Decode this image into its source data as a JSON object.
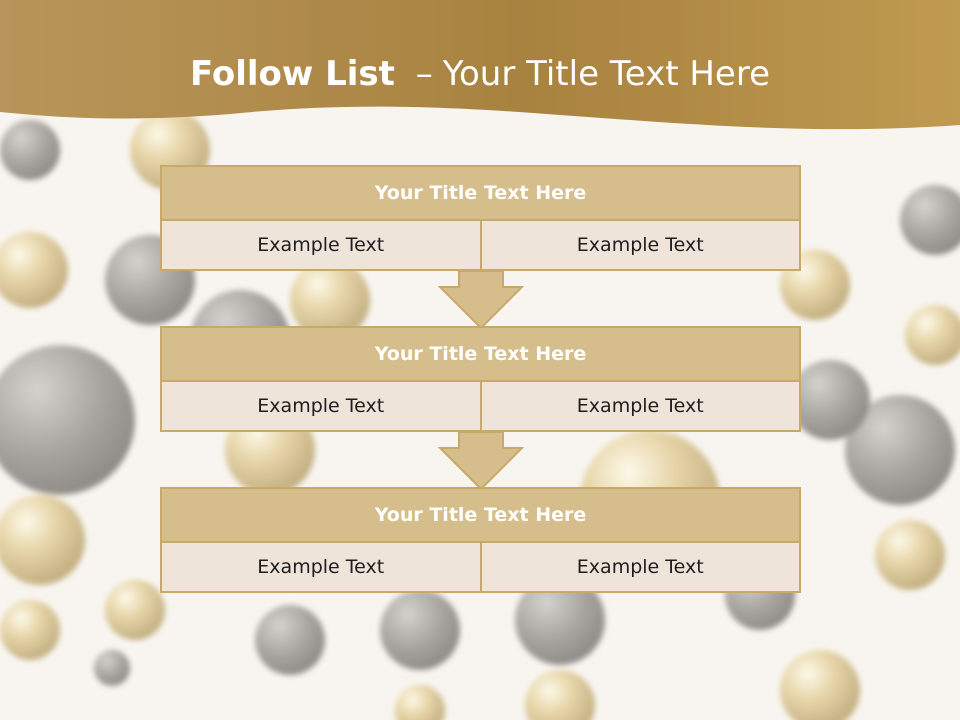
{
  "slide": {
    "title_bold": "Follow List",
    "title_separator": "–",
    "title_rest": "Your Title Text Here"
  },
  "blocks": [
    {
      "title": "Your Title Text Here",
      "cells": [
        "Example Text",
        "Example Text"
      ]
    },
    {
      "title": "Your Title Text Here",
      "cells": [
        "Example Text",
        "Example Text"
      ]
    },
    {
      "title": "Your Title Text Here",
      "cells": [
        "Example Text",
        "Example Text"
      ]
    }
  ],
  "colors": {
    "banner_gold": "#a8823f",
    "title_fill": "#d6bd8c",
    "cell_fill": "#efe4da",
    "border": "#c9a96a"
  }
}
